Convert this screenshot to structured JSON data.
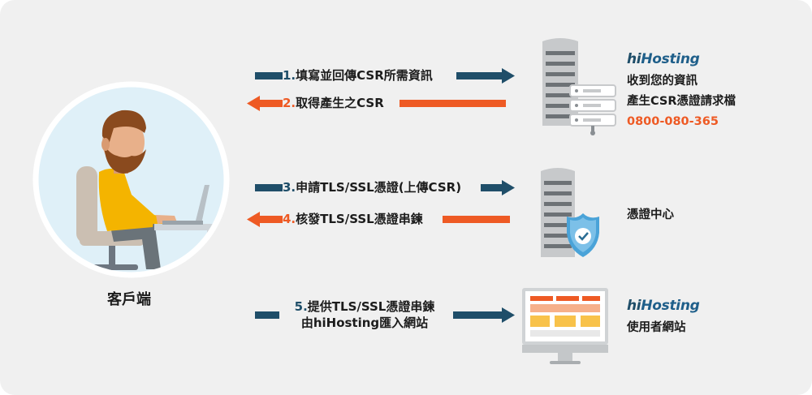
{
  "client": {
    "label": "客戶端"
  },
  "steps": [
    {
      "num": "1.",
      "text": "填寫並回傳CSR所需資訊",
      "direction": "right",
      "color": "#1f4e69"
    },
    {
      "num": "2.",
      "text": "取得產生之CSR",
      "direction": "left",
      "color": "#ee5a24"
    },
    {
      "num": "3.",
      "text": "申請TLS/SSL憑證(上傳CSR)",
      "direction": "right",
      "color": "#1f4e69"
    },
    {
      "num": "4.",
      "text": "核發TLS/SSL憑證串鍊",
      "direction": "left",
      "color": "#ee5a24"
    },
    {
      "num": "5.",
      "text_line1": "提供TLS/SSL憑證串鍊",
      "text_line2": "由hiHosting匯入網站",
      "direction": "right",
      "color": "#1f4e69"
    }
  ],
  "hihosting_server": {
    "logo_prefix": "hi",
    "logo_suffix": "Hosting",
    "line1": "收到您的資訊",
    "line2": "產生CSR憑證請求檔",
    "phone": "0800-080-365",
    "icon": "server-stack-icon"
  },
  "ca": {
    "label": "憑證中心",
    "icon": "server-shield-icon"
  },
  "website": {
    "logo_prefix": "hi",
    "logo_suffix": "Hosting",
    "label": "使用者網站",
    "icon": "monitor-website-icon"
  },
  "colors": {
    "blue": "#1f4e69",
    "orange": "#ee5a24",
    "background": "#f0f0f0",
    "circle": "#dff0f8"
  }
}
